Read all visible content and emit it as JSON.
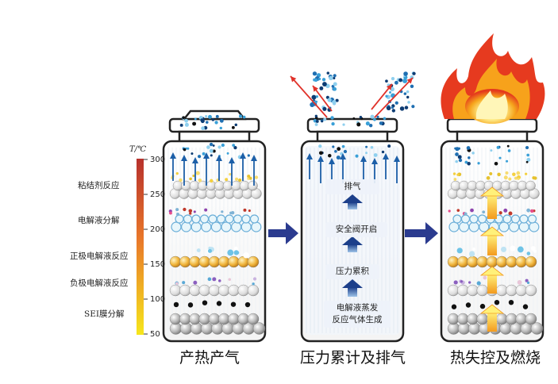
{
  "scale": {
    "title": "T/℃",
    "ticks": [
      "300",
      "250",
      "200",
      "150",
      "100",
      "50"
    ],
    "gradient_top": "#c0392b",
    "gradient_bottom": "#f5e21a"
  },
  "reactions": [
    "粘结剂反应",
    "电解液分解",
    "正极电解液反应",
    "负极电解液反应",
    "SEI膜分解"
  ],
  "stages": [
    {
      "caption": "产热产气"
    },
    {
      "caption": "压力累计及排气",
      "steps": [
        "排气",
        "安全阀开启",
        "压力累积",
        "电解液蒸发",
        "反应气体生成"
      ]
    },
    {
      "caption": "热失控及燃烧"
    }
  ],
  "colors": {
    "accent_arrow": "#2b3b8f",
    "up_arrow": "#1c5fa8",
    "vent_arrow": "#e0322a",
    "flame_outer": "#e63a1f",
    "flame_mid": "#f7a21b",
    "flame_inner": "#fff2a0"
  }
}
